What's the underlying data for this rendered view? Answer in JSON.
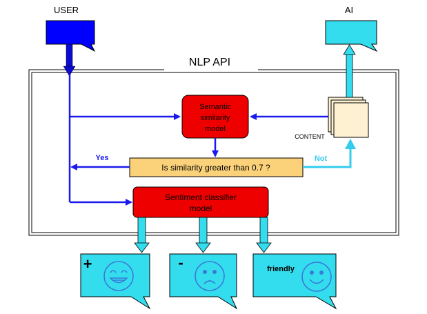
{
  "actors": {
    "user": "USER",
    "ai": "AI"
  },
  "api_title": "NLP API",
  "semantic_model": {
    "line1": "Semantic",
    "line2": "similarity",
    "line3": "model"
  },
  "content_label": "CONTENT",
  "decision": {
    "question": "Is similarity greater than 0.7 ?",
    "yes": "Yes",
    "no": "Not"
  },
  "sentiment_model": {
    "line1": "Sentiment classifier",
    "line2": "model"
  },
  "outputs": [
    {
      "label": "+",
      "face": "happy-face-icon"
    },
    {
      "label": "-",
      "face": "sad-face-icon"
    },
    {
      "label": "friendly",
      "face": "smile-face-icon"
    }
  ],
  "colors": {
    "user_box": "#0000ff",
    "callout": "#33ddee",
    "model_box": "#ee0000",
    "decision_box": "#fbd27a",
    "content_doc": "#fdf1d2",
    "blue_arrow": "#1a1aee",
    "cyan_arrow": "#33ccee",
    "face_stroke": "#3a78d8"
  }
}
